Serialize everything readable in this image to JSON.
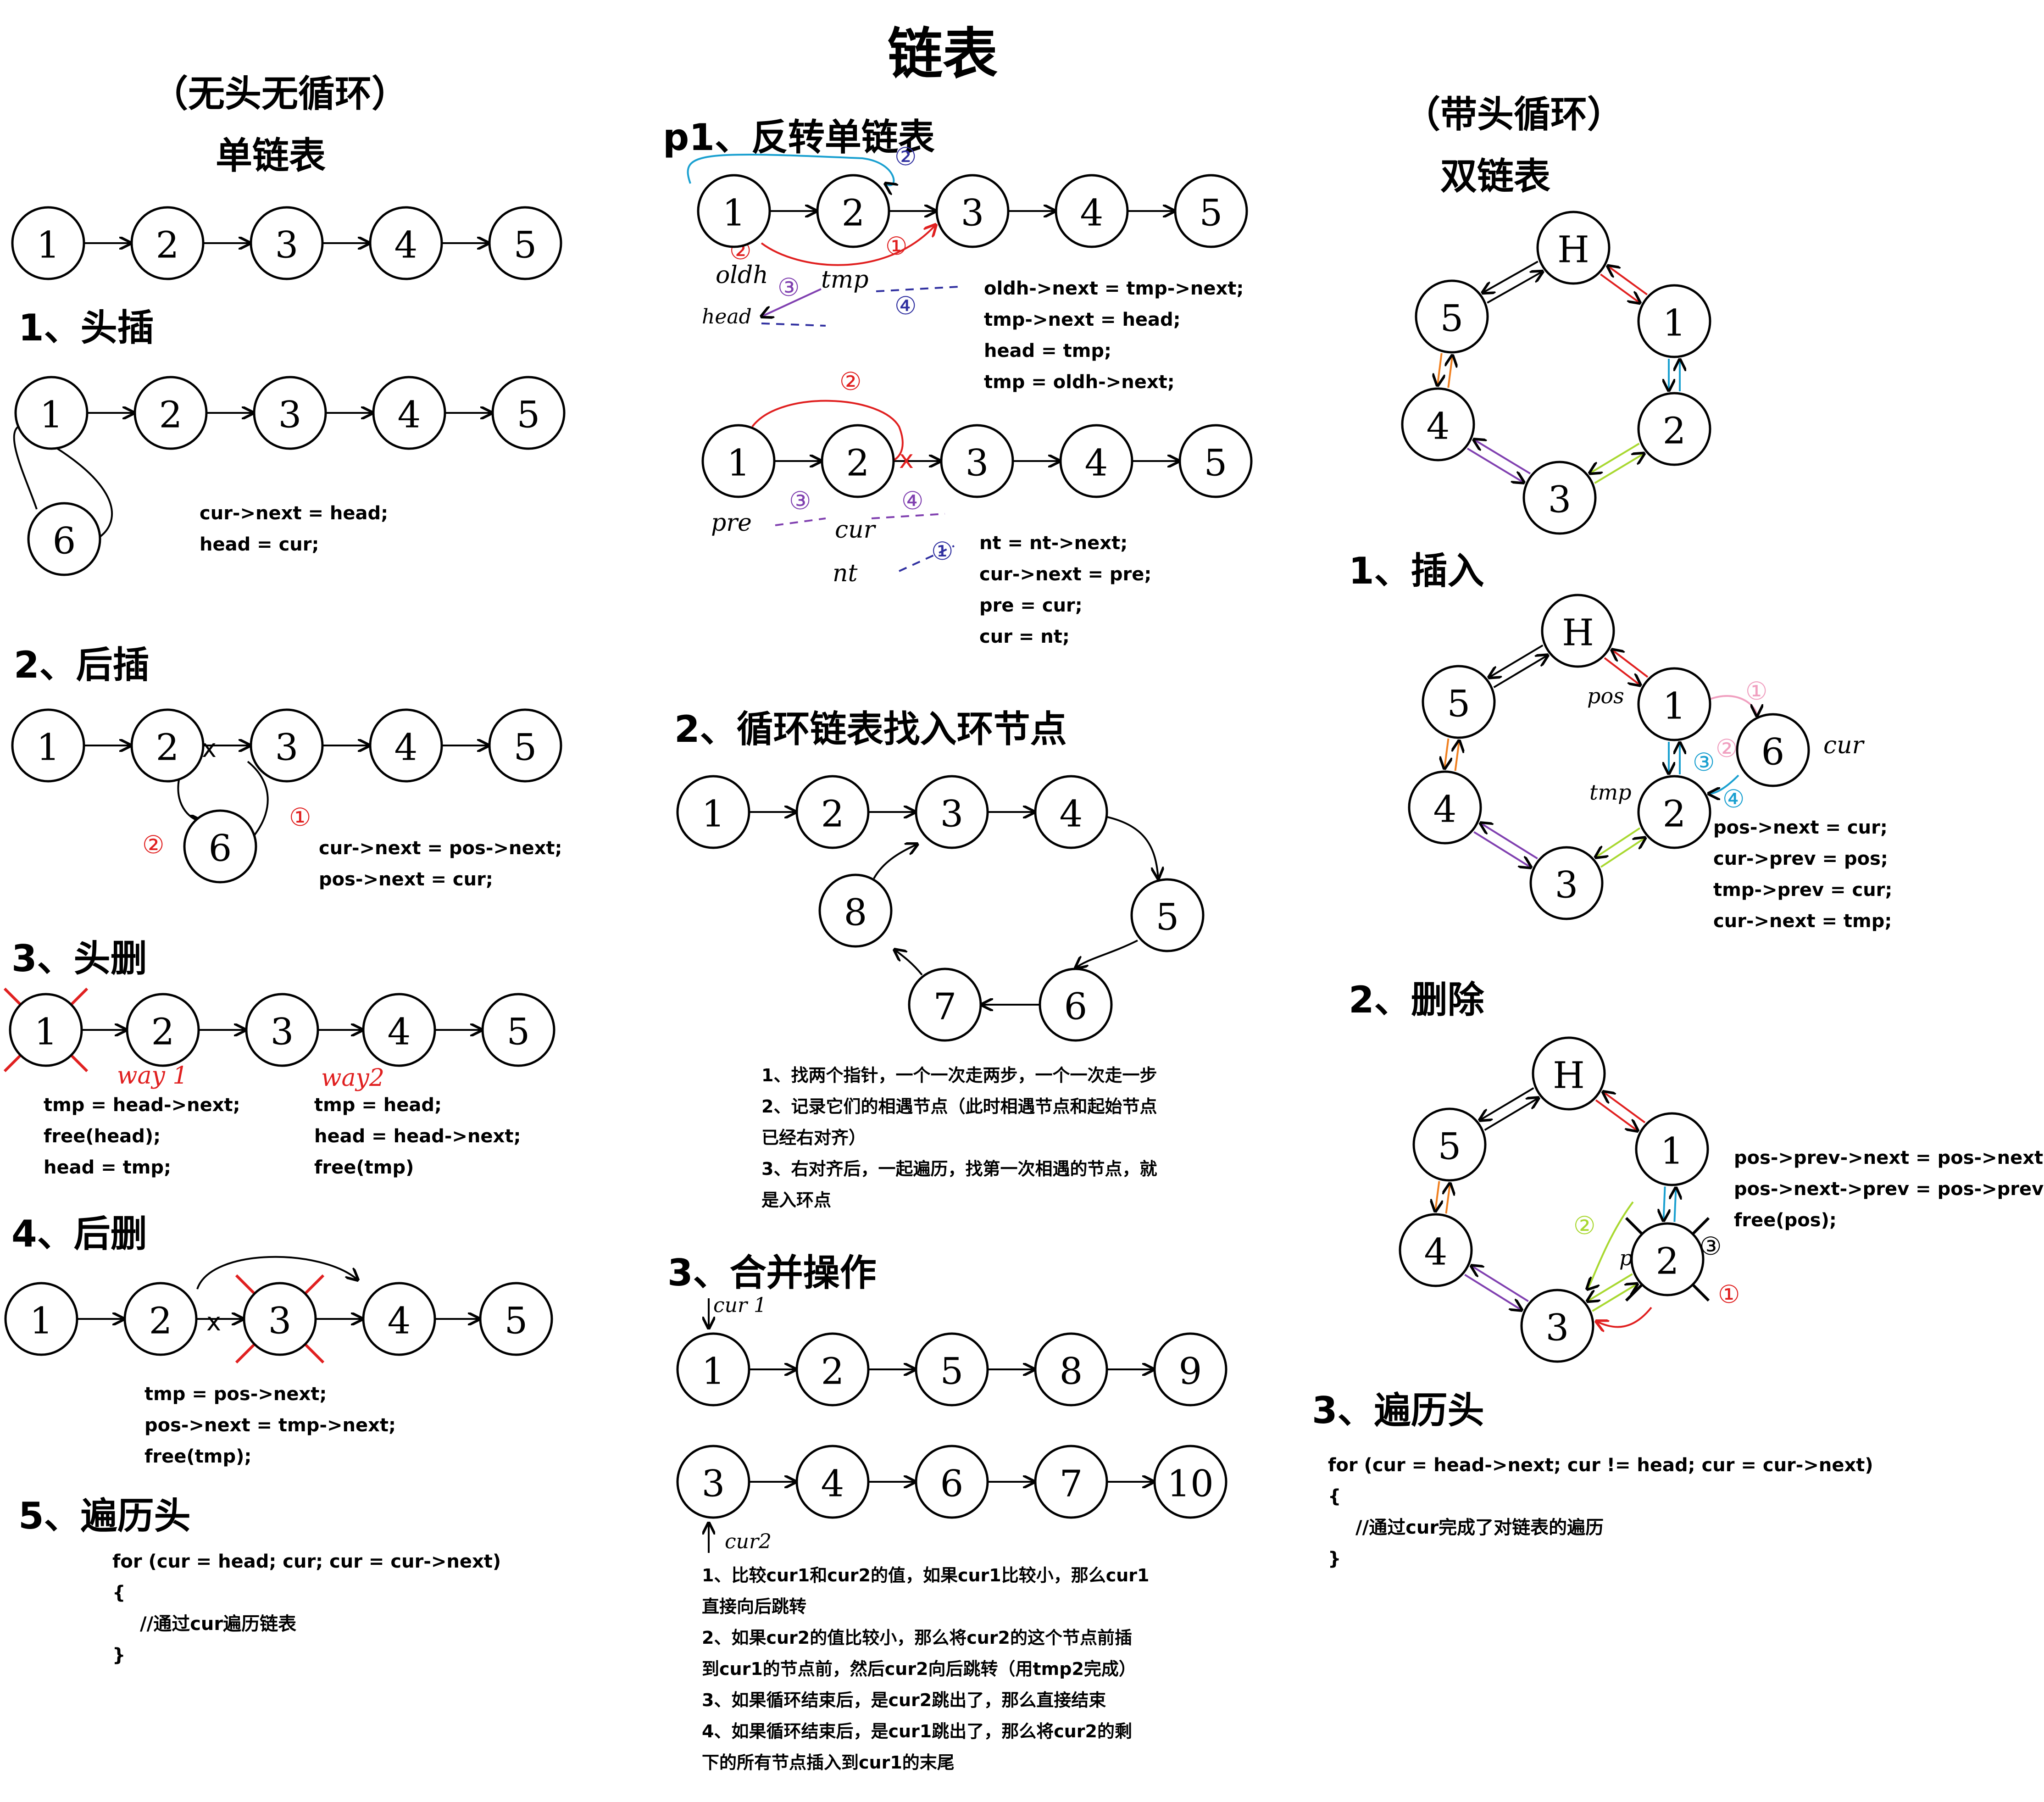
{
  "page_title": "链表",
  "left": {
    "kind": "（无头无循环）",
    "name": "单链表",
    "chain": [
      "1",
      "2",
      "3",
      "4",
      "5"
    ],
    "s1": {
      "title": "1、头插",
      "chain": [
        "1",
        "2",
        "3",
        "4",
        "5"
      ],
      "new_node": "6",
      "code": [
        "cur->next = head;",
        "head = cur;"
      ]
    },
    "s2": {
      "title": "2、后插",
      "chain": [
        "1",
        "2",
        "3",
        "4",
        "5"
      ],
      "new_node": "6",
      "cross": "x",
      "marks": [
        "②",
        "①"
      ],
      "code": [
        "cur->next = pos->next;",
        "pos->next = cur;"
      ]
    },
    "s3": {
      "title": "3、头删",
      "chain": [
        "1",
        "2",
        "3",
        "4",
        "5"
      ],
      "way1": "way 1",
      "way2": "way2",
      "code1": [
        "tmp = head->next;",
        "free(head);",
        "head = tmp;"
      ],
      "code2": [
        "tmp = head;",
        "head = head->next;",
        "free(tmp)"
      ]
    },
    "s4": {
      "title": "4、后删",
      "chain": [
        "1",
        "2",
        "3",
        "4",
        "5"
      ],
      "cross": "x",
      "code": [
        "tmp = pos->next;",
        "pos->next = tmp->next;",
        "free(tmp);"
      ]
    },
    "s5": {
      "title": "5、遍历头",
      "code": [
        "for (cur = head; cur; cur = cur->next)",
        "{",
        "    //通过cur遍历链表",
        "}"
      ]
    }
  },
  "middle": {
    "p1": {
      "title": "p1、反转单链表",
      "chain": [
        "1",
        "2",
        "3",
        "4",
        "5"
      ],
      "labels": [
        "oldh",
        "tmp",
        "head"
      ],
      "marks": [
        "②",
        "①",
        "③",
        "④"
      ],
      "code": [
        "oldh->next = tmp->next;",
        "tmp->next = head;",
        "head = tmp;",
        "tmp = oldh->next;"
      ],
      "chain2": [
        "1",
        "2",
        "3",
        "4",
        "5"
      ],
      "labels2": [
        "pre",
        "cur",
        "nt"
      ],
      "marks2": [
        "②",
        "③",
        "④",
        "①"
      ],
      "cross2": "x",
      "code2": [
        "nt = nt->next;",
        "cur->next = pre;",
        "pre = cur;",
        "cur = nt;"
      ]
    },
    "s2": {
      "title": "2、循环链表找入环节点",
      "nodes": [
        "1",
        "2",
        "3",
        "4",
        "5",
        "6",
        "7",
        "8"
      ],
      "notes": [
        "1、找两个指针，一个一次走两步，一个一次走一步",
        "2、记录它们的相遇节点（此时相遇节点和起始节点",
        "已经右对齐）",
        "3、右对齐后，一起遍历，找第一次相遇的节点，就",
        "是入环点"
      ]
    },
    "s3": {
      "title": "3、合并操作",
      "row1": [
        "1",
        "2",
        "5",
        "8",
        "9"
      ],
      "row2": [
        "3",
        "4",
        "6",
        "7",
        "10"
      ],
      "cur1": "cur 1",
      "cur2": "cur2",
      "notes": [
        "1、比较cur1和cur2的值，如果cur1比较小，那么cur1",
        "直接向后跳转",
        "2、如果cur2的值比较小，那么将cur2的这个节点前插",
        "到cur1的节点前，然后cur2向后跳转（用tmp2完成）",
        "3、如果循环结束后，是cur2跳出了，那么直接结束",
        "4、如果循环结束后，是cur1跳出了，那么将cur2的剩",
        "下的所有节点插入到cur1的末尾"
      ]
    }
  },
  "right": {
    "kind": "（带头循环）",
    "name": "双链表",
    "ring": [
      "H",
      "1",
      "2",
      "3",
      "4",
      "5"
    ],
    "s1": {
      "title": "1、插入",
      "ring": [
        "H",
        "1",
        "2",
        "3",
        "4",
        "5"
      ],
      "new_node": "6",
      "labels": [
        "pos",
        "tmp",
        "cur"
      ],
      "marks": [
        "①",
        "②",
        "③",
        "④"
      ],
      "code": [
        "pos->next = cur;",
        "cur->prev = pos;",
        "tmp->prev = cur;",
        "cur->next = tmp;"
      ]
    },
    "s2": {
      "title": "2、删除",
      "ring": [
        "H",
        "1",
        "2",
        "3",
        "4",
        "5"
      ],
      "labels": [
        "pos"
      ],
      "marks": [
        "②",
        "③",
        "①"
      ],
      "code": [
        "pos->prev->next = pos->next;",
        "pos->next->prev = pos->prev;",
        "free(pos);"
      ]
    },
    "s3": {
      "title": "3、遍历头",
      "code": [
        "for (cur = head->next; cur != head; cur = cur->next)",
        "{",
        "    //通过cur完成了对链表的遍历",
        "}"
      ]
    }
  },
  "colors": {
    "red": "#e02020",
    "blue": "#2050c0",
    "purple": "#8040b0",
    "cyan": "#1aa0d0",
    "orange": "#f08020",
    "green": "#a8d830",
    "pink": "#f0a0c0",
    "navy": "#3030a0"
  }
}
